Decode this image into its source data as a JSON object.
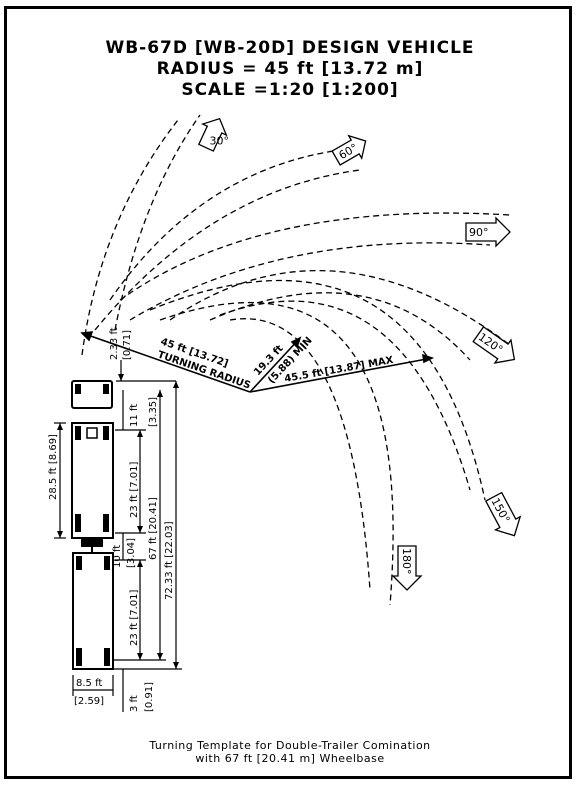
{
  "title": {
    "line1": "WB-67D [WB-20D] DESIGN VEHICLE",
    "line2": "RADIUS = 45 ft [13.72 m]",
    "line3": "SCALE =1:20 [1:200]"
  },
  "caption": {
    "line1": "Turning Template for Double-Trailer Comination",
    "line2": "with 67 ft [20.41 m] Wheelbase"
  },
  "angles": {
    "a30": "30°",
    "a60": "60°",
    "a90": "90°",
    "a120": "120°",
    "a150": "150°",
    "a180": "180°"
  },
  "radii": {
    "turning_line1": "45 ft [13.72]",
    "turning_line2": "TURNING RADIUS",
    "min_line1": "19.3 ft",
    "min_line2": "(5.88) MIN",
    "max": "45.5 ft [13.87] MAX"
  },
  "dimensions": {
    "front_overhang_ft": "2.33 ft",
    "front_overhang_m": "[0.71]",
    "cab_ft": "11 ft",
    "cab_m": "[3.35]",
    "trailer1_length_ft": "28.5 ft [8.69]",
    "trailer1_wb_ft": "23 ft [7.01]",
    "total_wb": "67 ft [20.41]",
    "overall": "72.33 ft [22.03]",
    "gap_ft": "10 ft",
    "gap_m": "[3.04]",
    "trailer2_wb": "23 ft [7.01]",
    "width_ft": "8.5 ft",
    "width_m": "[2.59]",
    "rear_ft": "3 ft",
    "rear_m": "[0.91]"
  }
}
